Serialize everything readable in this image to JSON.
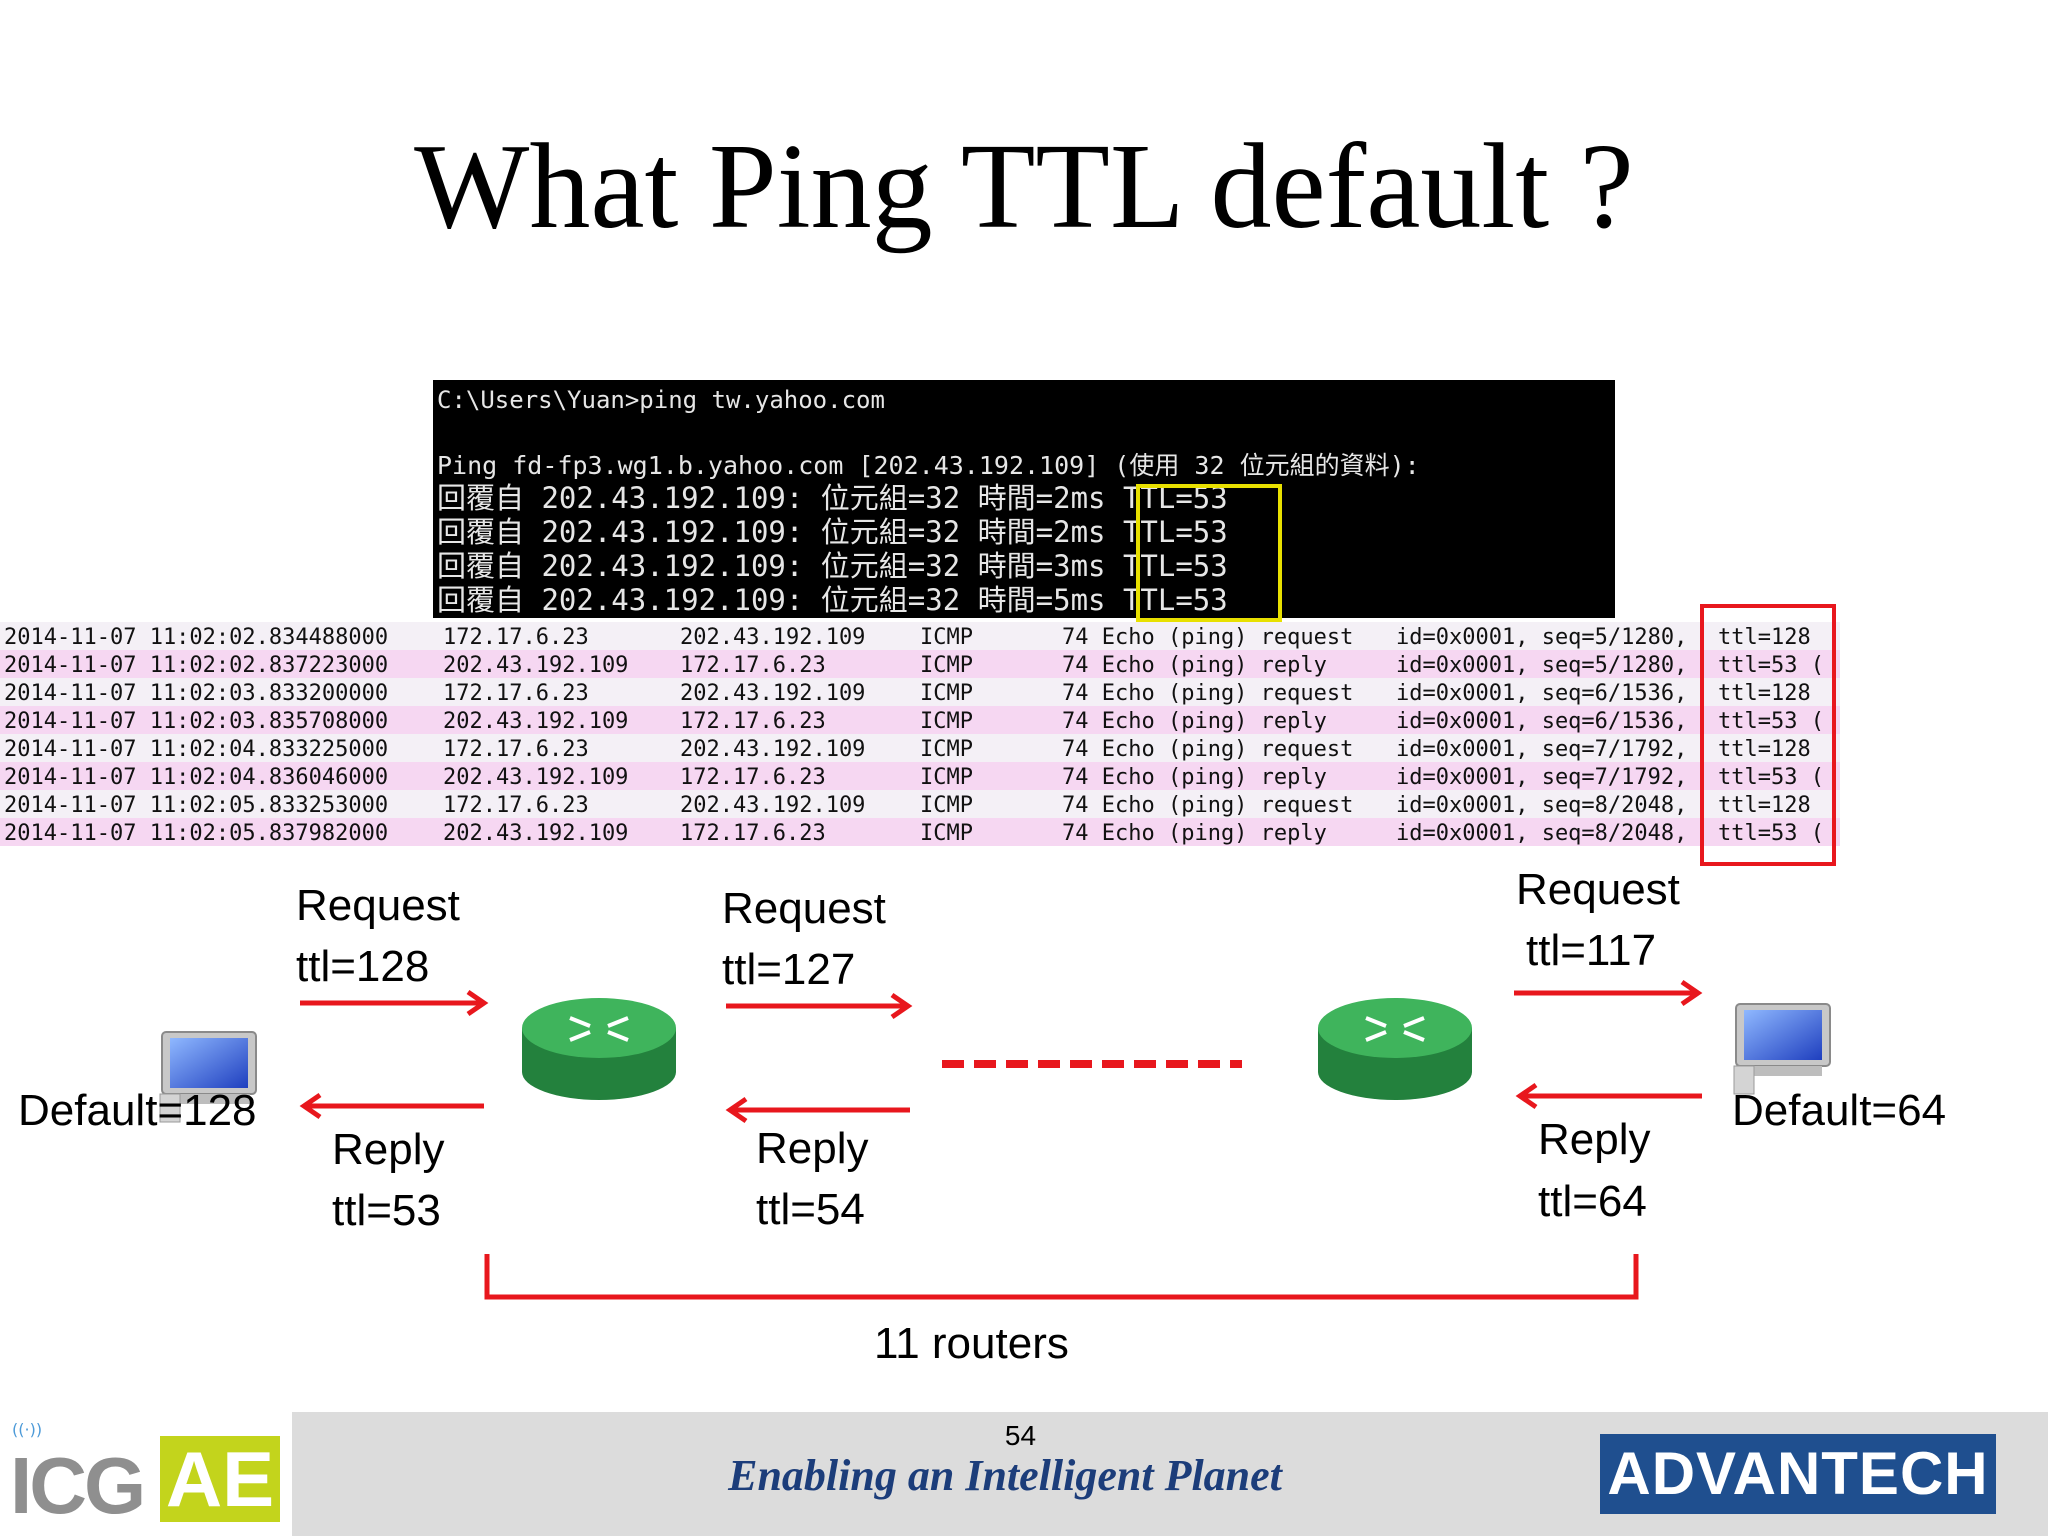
{
  "title": "What Ping TTL default ?",
  "console": {
    "command": "C:\\Users\\Yuan>ping tw.yahoo.com",
    "ping_line": "Ping fd-fp3.wg1.b.yahoo.com [202.43.192.109] (使用 32 位元組的資料):",
    "replies": [
      "回覆自 202.43.192.109: 位元組=32 時間=2ms TTL=53",
      "回覆自 202.43.192.109: 位元組=32 時間=2ms TTL=53",
      "回覆自 202.43.192.109: 位元組=32 時間=3ms TTL=53",
      "回覆自 202.43.192.109: 位元組=32 時間=5ms TTL=53"
    ]
  },
  "capture": {
    "rows": [
      {
        "time": "2014-11-07 11:02:02.834488000",
        "src": "172.17.6.23",
        "dst": "202.43.192.109",
        "proto": "ICMP",
        "info": "74 Echo (ping) request",
        "seq": "id=0x0001, seq=5/1280,",
        "ttl": "ttl=128"
      },
      {
        "time": "2014-11-07 11:02:02.837223000",
        "src": "202.43.192.109",
        "dst": "172.17.6.23",
        "proto": "ICMP",
        "info": "74 Echo (ping) reply",
        "seq": "id=0x0001, seq=5/1280,",
        "ttl": "ttl=53 ("
      },
      {
        "time": "2014-11-07 11:02:03.833200000",
        "src": "172.17.6.23",
        "dst": "202.43.192.109",
        "proto": "ICMP",
        "info": "74 Echo (ping) request",
        "seq": "id=0x0001, seq=6/1536,",
        "ttl": "ttl=128"
      },
      {
        "time": "2014-11-07 11:02:03.835708000",
        "src": "202.43.192.109",
        "dst": "172.17.6.23",
        "proto": "ICMP",
        "info": "74 Echo (ping) reply",
        "seq": "id=0x0001, seq=6/1536,",
        "ttl": "ttl=53 ("
      },
      {
        "time": "2014-11-07 11:02:04.833225000",
        "src": "172.17.6.23",
        "dst": "202.43.192.109",
        "proto": "ICMP",
        "info": "74 Echo (ping) request",
        "seq": "id=0x0001, seq=7/1792,",
        "ttl": "ttl=128"
      },
      {
        "time": "2014-11-07 11:02:04.836046000",
        "src": "202.43.192.109",
        "dst": "172.17.6.23",
        "proto": "ICMP",
        "info": "74 Echo (ping) reply",
        "seq": "id=0x0001, seq=7/1792,",
        "ttl": "ttl=53 ("
      },
      {
        "time": "2014-11-07 11:02:05.833253000",
        "src": "172.17.6.23",
        "dst": "202.43.192.109",
        "proto": "ICMP",
        "info": "74 Echo (ping) request",
        "seq": "id=0x0001, seq=8/2048,",
        "ttl": "ttl=128"
      },
      {
        "time": "2014-11-07 11:02:05.837982000",
        "src": "202.43.192.109",
        "dst": "172.17.6.23",
        "proto": "ICMP",
        "info": "74 Echo (ping) reply",
        "seq": "id=0x0001, seq=8/2048,",
        "ttl": "ttl=53 ("
      }
    ]
  },
  "diagram": {
    "left_default": "Default=128",
    "right_default": "Default=64",
    "hops": [
      {
        "request_label": "Request",
        "request_ttl": "ttl=128",
        "reply_label": "Reply",
        "reply_ttl": "ttl=53"
      },
      {
        "request_label": "Request",
        "request_ttl": "ttl=127",
        "reply_label": "Reply",
        "reply_ttl": "ttl=54"
      },
      {
        "request_label": "Request",
        "request_ttl": "ttl=117",
        "reply_label": "Reply",
        "reply_ttl": "ttl=64"
      }
    ],
    "routers_label": "11 routers"
  },
  "footer": {
    "page_number": "54",
    "slogan": "Enabling an Intelligent Planet",
    "brand": "ADVANTECH",
    "logo_left": "ICG",
    "logo_right": "AE"
  },
  "colors": {
    "arrow_red": "#e8171d",
    "console_highlight": "#e8e000",
    "router_green": "#2e9a4c",
    "footer_blue": "#1c3d7a"
  }
}
